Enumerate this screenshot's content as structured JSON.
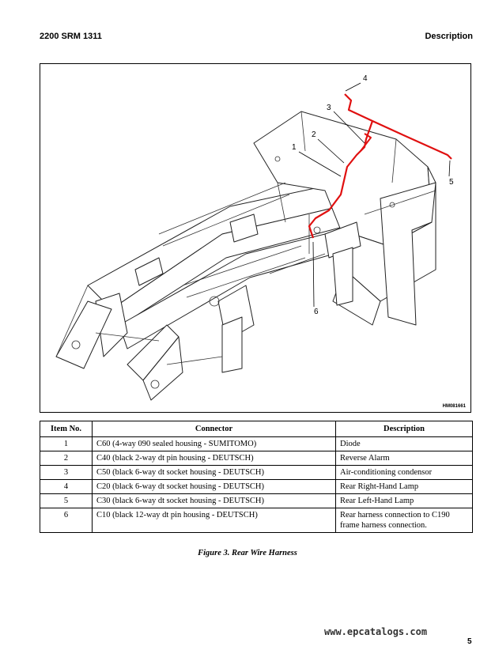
{
  "header": {
    "left": "2200 SRM 1311",
    "right": "Description"
  },
  "figure": {
    "id_code": "HM081661",
    "callouts": [
      "1",
      "2",
      "3",
      "4",
      "5",
      "6"
    ],
    "caption": "Figure 3.  Rear Wire Harness",
    "harness_color": "#e01010"
  },
  "table": {
    "headers": [
      "Item No.",
      "Connector",
      "Description"
    ],
    "rows": [
      {
        "item": "1",
        "connector": "C60 (4-way 090 sealed housing - SUMITOMO)",
        "description": "Diode"
      },
      {
        "item": "2",
        "connector": "C40 (black 2-way dt pin housing - DEUTSCH)",
        "description": "Reverse Alarm"
      },
      {
        "item": "3",
        "connector": "C50 (black 6-way dt socket housing - DEUTSCH)",
        "description": "Air-conditioning condensor"
      },
      {
        "item": "4",
        "connector": "C20 (black 6-way dt socket housing - DEUTSCH)",
        "description": "Rear Right-Hand Lamp"
      },
      {
        "item": "5",
        "connector": "C30 (black 6-way dt socket housing - DEUTSCH)",
        "description": "Rear Left-Hand Lamp"
      },
      {
        "item": "6",
        "connector": "C10 (black 12-way dt pin housing - DEUTSCH)",
        "description": "Rear harness connection to C190 frame harness connection."
      }
    ]
  },
  "footer": {
    "watermark": "www.epcatalogs.com",
    "page_number": "5"
  }
}
